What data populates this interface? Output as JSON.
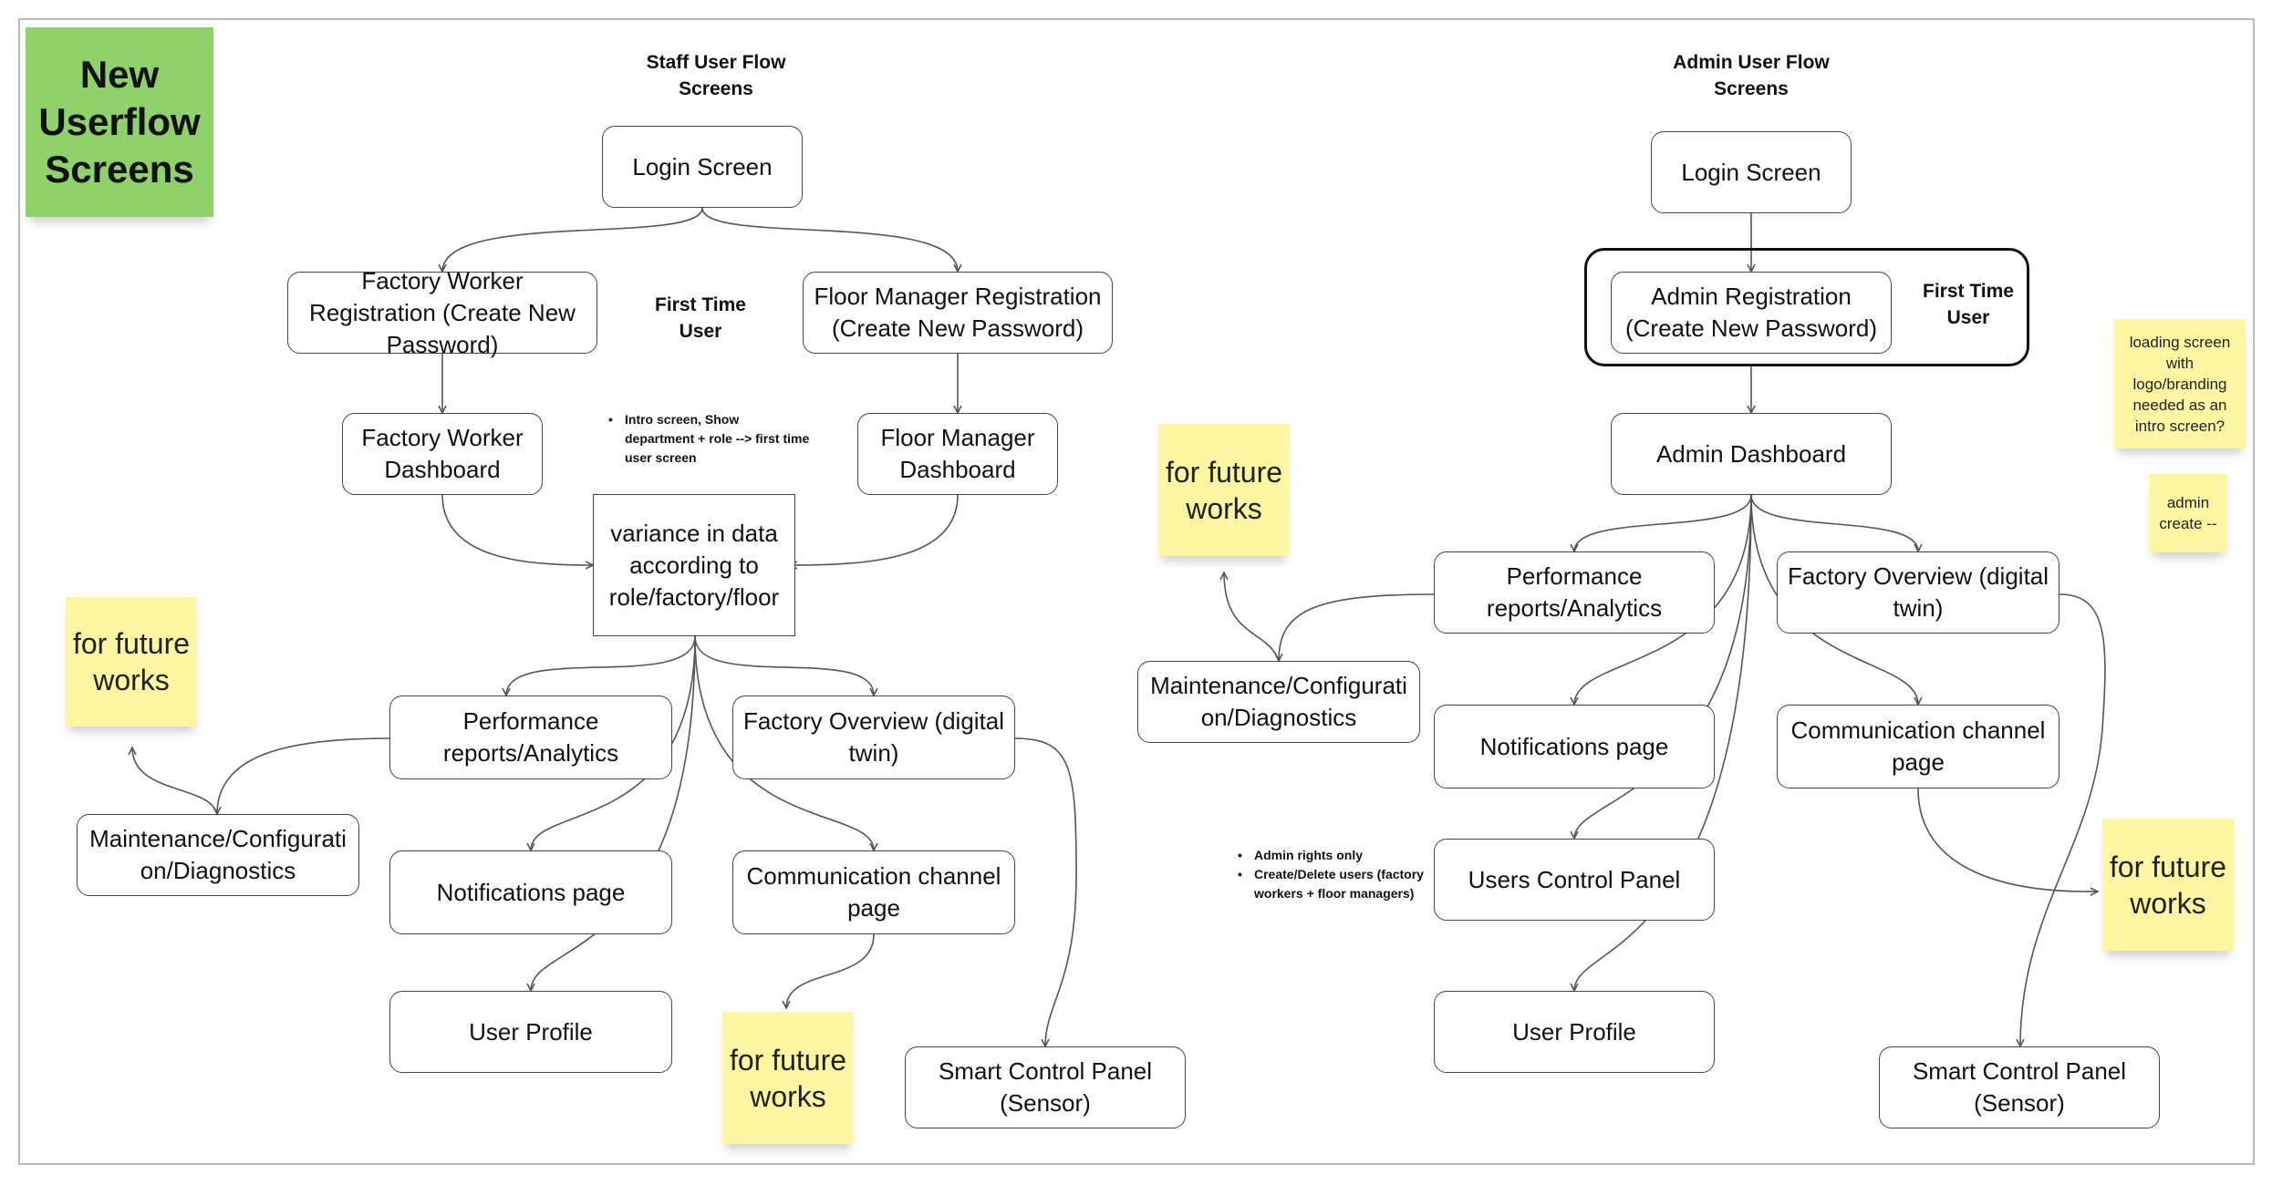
{
  "title_sticky": "New Userflow Screens",
  "staff": {
    "heading": "Staff User Flow Screens",
    "first_time_user": "First Time User",
    "intro_note": "Intro screen, Show department + role --> first time user screen",
    "login": "Login Screen",
    "worker_registration": "Factory Worker Registration (Create New Password)",
    "manager_registration": "Floor Manager Registration (Create New Password)",
    "worker_dashboard": "Factory Worker Dashboard",
    "manager_dashboard": "Floor Manager Dashboard",
    "variance": "variance in data according to role/factory/floor",
    "performance": "Performance reports/Analytics",
    "factory_overview": "Factory Overview (digital twin)",
    "maintenance": "Maintenance/Configuration/Diagnostics",
    "notifications": "Notifications page",
    "communication": "Communication channel page",
    "user_profile": "User Profile",
    "smart_control": "Smart Control Panel (Sensor)",
    "future_1": "for future works",
    "future_2": "for future works"
  },
  "admin": {
    "heading": "Admin User Flow Screens",
    "first_time_user": "First Time User",
    "login": "Login Screen",
    "registration": "Admin Registration (Create New Password)",
    "dashboard": "Admin Dashboard",
    "performance": "Performance reports/Analytics",
    "factory_overview": "Factory Overview (digital twin)",
    "maintenance": "Maintenance/Configuration/Diagnostics",
    "notifications": "Notifications page",
    "communication": "Communication channel page",
    "users_control": "Users Control Panel",
    "user_profile": "User Profile",
    "smart_control": "Smart Control Panel (Sensor)",
    "notes": [
      "Admin rights only",
      "Create/Delete users (factory workers + floor managers)"
    ],
    "future_1": "for future works",
    "future_2": "for future works",
    "loading_note": "loading screen with logo/branding needed as an intro screen?",
    "admin_create_note": "admin create --"
  },
  "colors": {
    "title_sticky": "#8fd16a",
    "sticky_note": "#fdf6a3",
    "node_border": "#444444",
    "connector": "#555555"
  }
}
